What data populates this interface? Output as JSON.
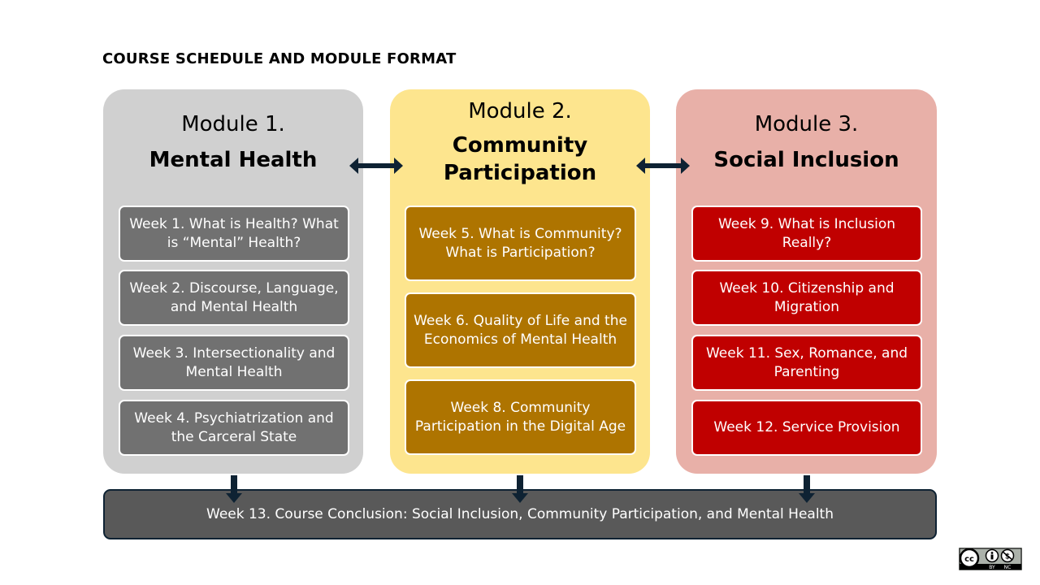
{
  "title": "COURSE SCHEDULE AND MODULE FORMAT",
  "modules": [
    {
      "number": "Module 1.",
      "name": "Mental Health",
      "color": "#d0d0d0",
      "weeks": [
        "Week 1. What is Health? What is “Mental” Health?",
        "Week 2. Discourse, Language, and Mental Health",
        "Week 3. Intersectionality and Mental Health",
        "Week 4. Psychiatrization and the Carceral State"
      ]
    },
    {
      "number": "Module 2.",
      "name": "Community Participation",
      "color": "#fde58e",
      "weeks": [
        "Week 5. What is Community? What is Participation?",
        "Week 6. Quality of Life and the Economics of Mental Health",
        "Week 8. Community Participation in the Digital Age"
      ]
    },
    {
      "number": "Module 3.",
      "name": "Social Inclusion",
      "color": "#e8b0a8",
      "weeks": [
        "Week 9. What is Inclusion Really?",
        "Week 10. Citizenship and Migration",
        "Week 11. Sex, Romance, and Parenting",
        "Week 12. Service Provision"
      ]
    }
  ],
  "conclusion": "Week 13. Course Conclusion: Social Inclusion, Community Participation, and Mental Health",
  "license": {
    "icon": "cc-by-nc-icon",
    "by": "BY",
    "nc": "NC"
  }
}
